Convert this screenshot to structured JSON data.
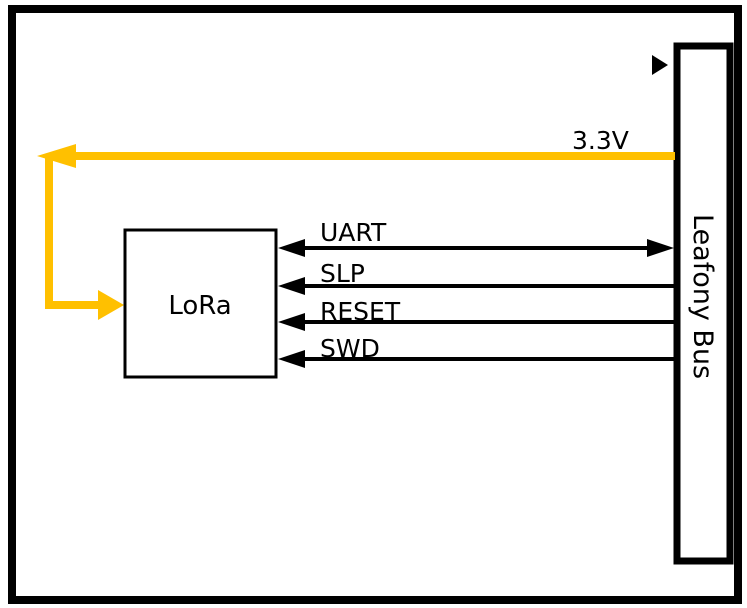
{
  "diagram": {
    "power": {
      "label": "3.3V",
      "color": "#FFC000"
    },
    "module": {
      "label": "LoRa"
    },
    "bus": {
      "label": "Leafony Bus"
    },
    "signals": [
      {
        "label": "UART",
        "direction": "bidirectional"
      },
      {
        "label": "SLP",
        "direction": "to-module"
      },
      {
        "label": "RESET",
        "direction": "to-module"
      },
      {
        "label": "SWD",
        "direction": "to-module"
      }
    ],
    "colors": {
      "line": "#000000",
      "power": "#FFC000",
      "background": "#FFFFFF"
    }
  }
}
